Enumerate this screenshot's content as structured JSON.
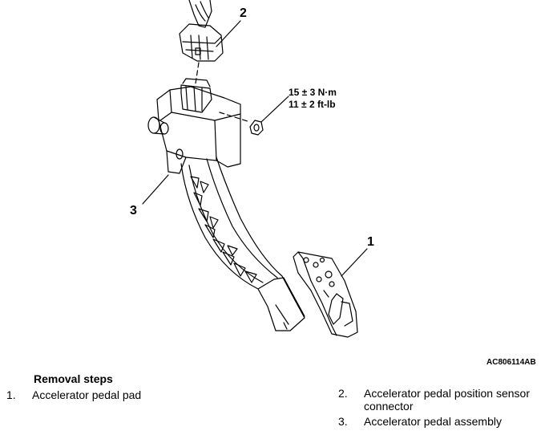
{
  "callouts": {
    "c1": "1",
    "c2": "2",
    "c3": "3"
  },
  "torque": {
    "line1": "15 ± 3 N·m",
    "line2": "11 ± 2 ft-lb"
  },
  "figure_id": "AC806114AB",
  "removal": {
    "title": "Removal steps",
    "steps": [
      {
        "num": "1.",
        "text": "Accelerator pedal pad"
      },
      {
        "num": "2.",
        "text": "Accelerator pedal position sensor connector"
      },
      {
        "num": "3.",
        "text": "Accelerator pedal assembly"
      }
    ]
  }
}
